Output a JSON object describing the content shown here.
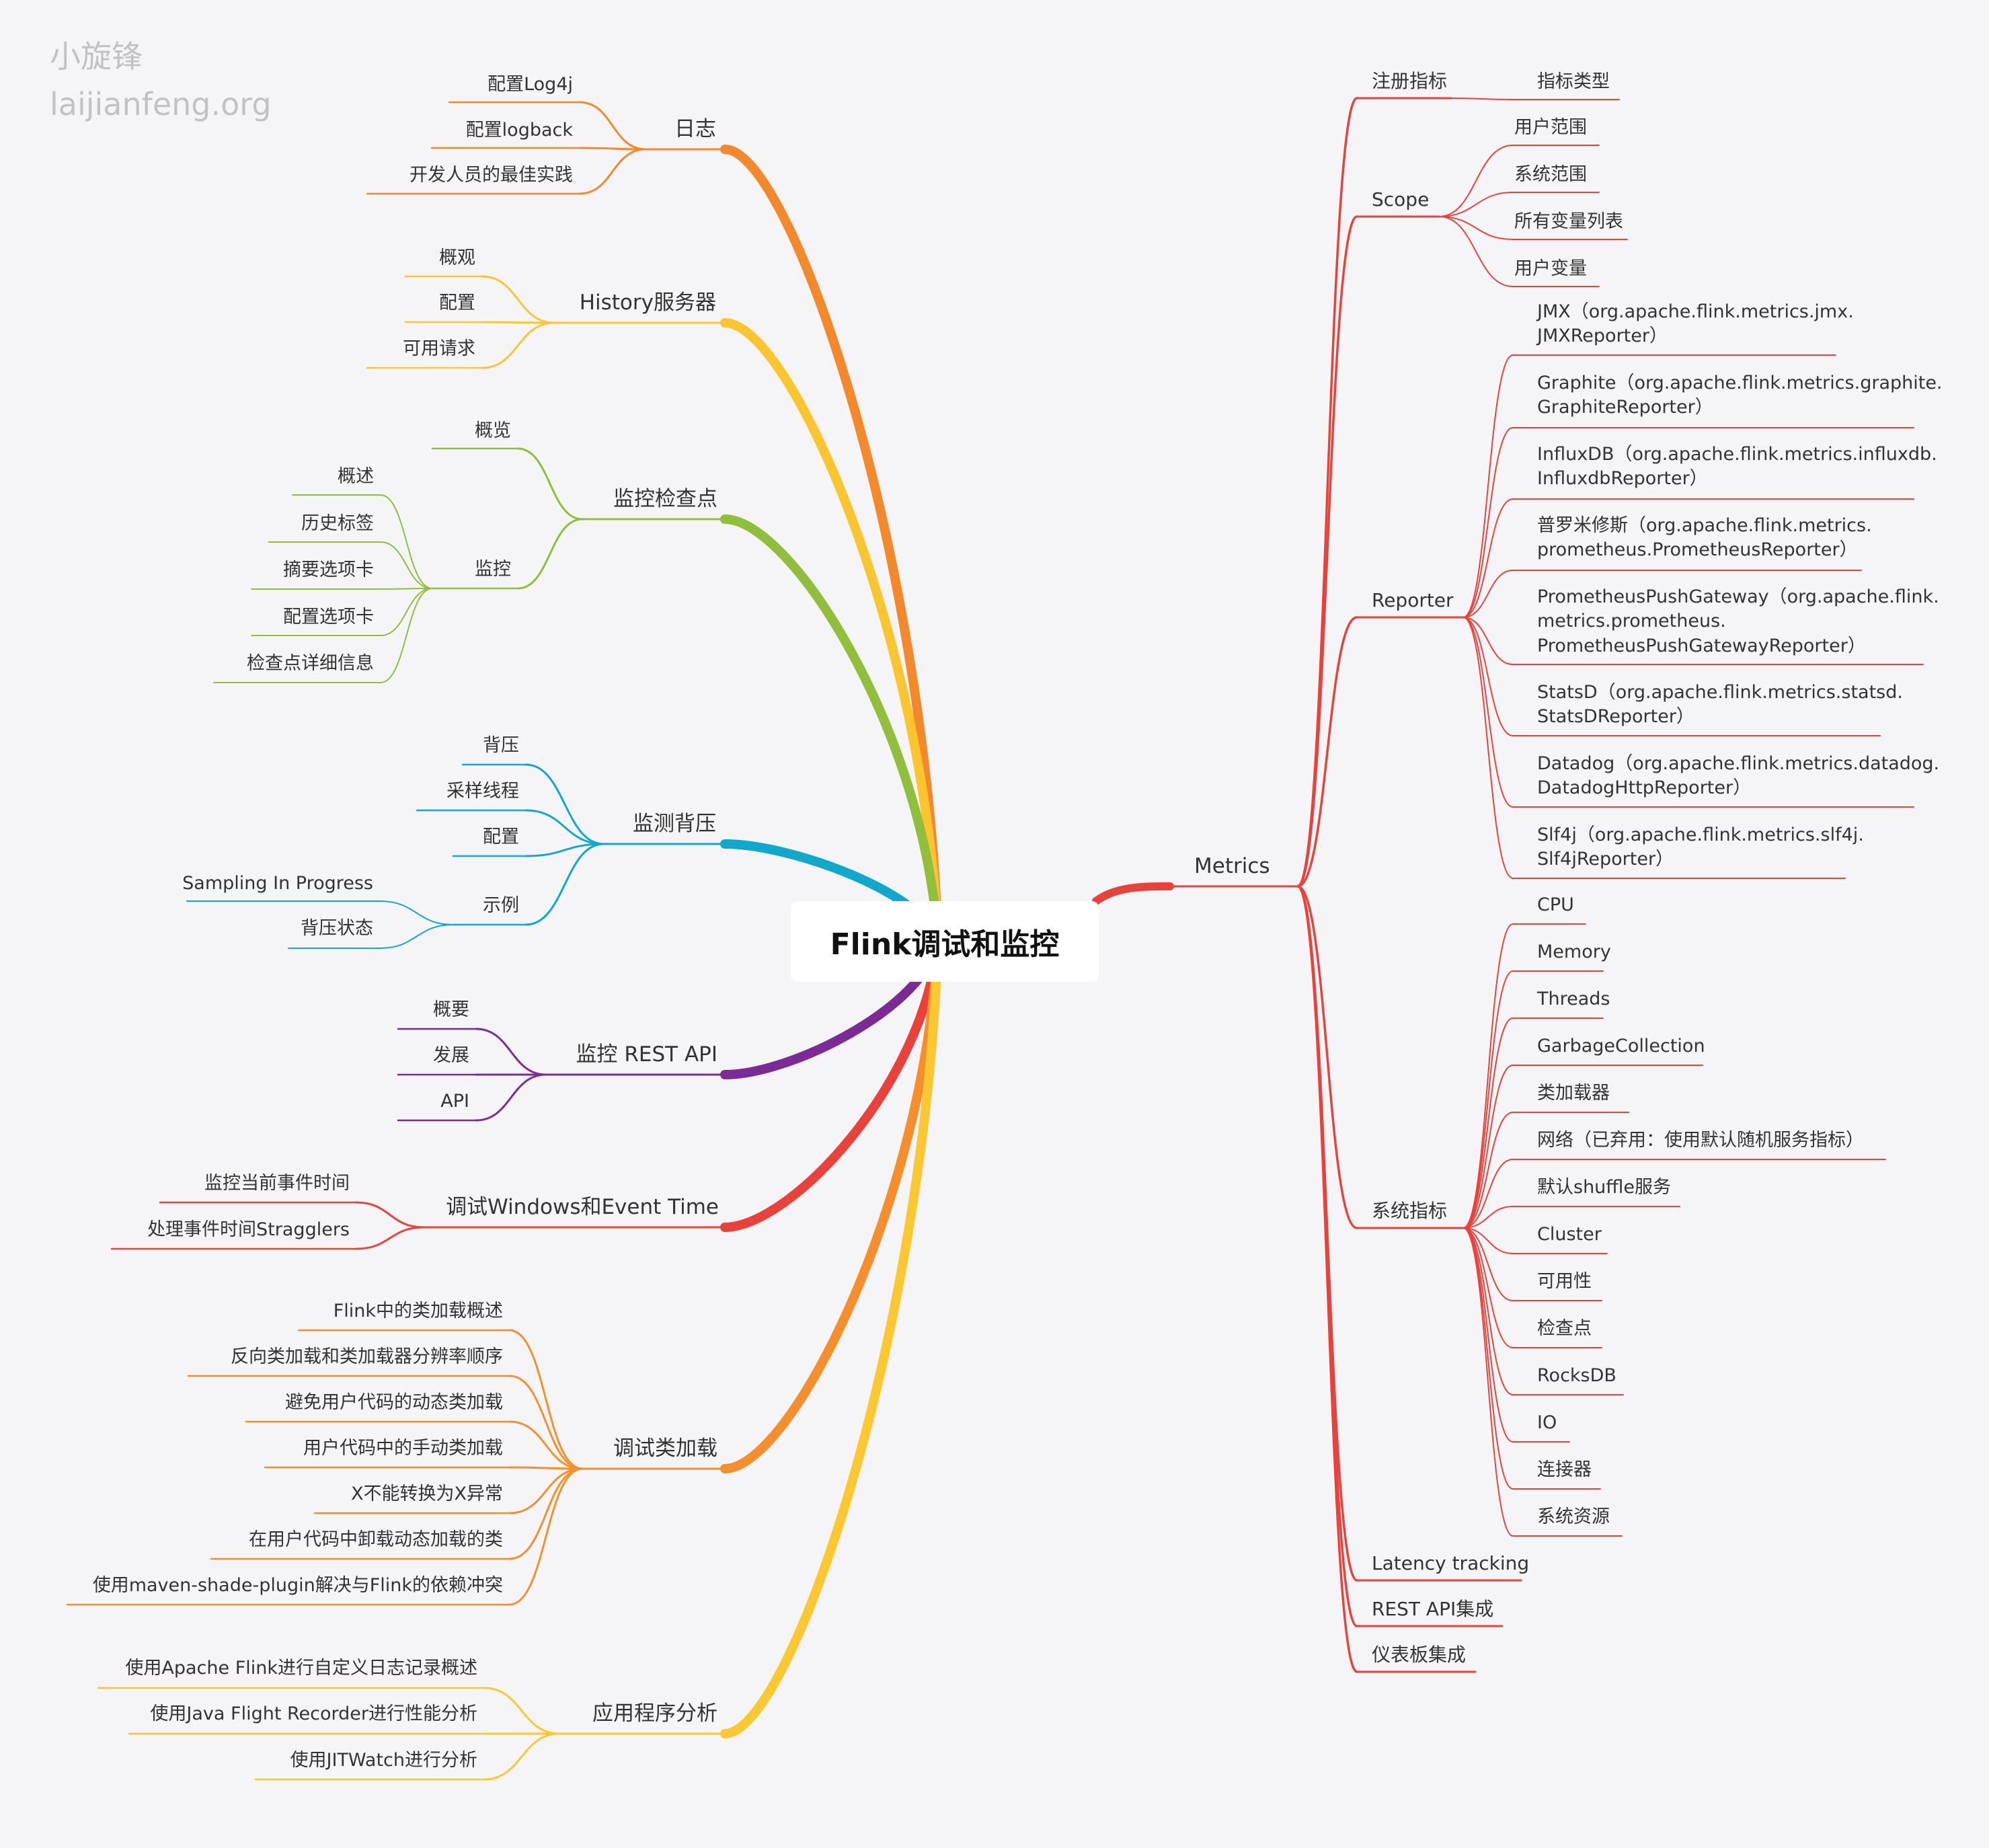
{
  "watermark": {
    "line1": "小旋锋",
    "line2": "laijianfeng.org"
  },
  "root": {
    "label": "Flink调试和监控"
  },
  "colors": {
    "orange": "#f3892b",
    "yellow": "#fbc530",
    "green": "#8fbf3b",
    "cyan": "#11a8cd",
    "purple": "#7c2a96",
    "red": "#e8423b",
    "orange2": "#f58f2c",
    "yellow2": "#fcc832",
    "metrics": "#e8423b"
  },
  "left_branches": [
    {
      "label": "日志",
      "color": "orange",
      "children": [
        {
          "label": "配置Log4j"
        },
        {
          "label": "配置logback"
        },
        {
          "label": "开发人员的最佳实践"
        }
      ]
    },
    {
      "label": "History服务器",
      "color": "yellow",
      "children": [
        {
          "label": "概观"
        },
        {
          "label": "配置"
        },
        {
          "label": "可用请求"
        }
      ]
    },
    {
      "label": "监控检查点",
      "color": "green",
      "children": [
        {
          "label": "概览"
        },
        {
          "label": "监控",
          "children": [
            {
              "label": "概述"
            },
            {
              "label": "历史标签"
            },
            {
              "label": "摘要选项卡"
            },
            {
              "label": "配置选项卡"
            },
            {
              "label": "检查点详细信息"
            }
          ]
        }
      ]
    },
    {
      "label": "监测背压",
      "color": "cyan",
      "children": [
        {
          "label": "背压"
        },
        {
          "label": "采样线程"
        },
        {
          "label": "配置"
        },
        {
          "label": "示例",
          "children": [
            {
              "label": "Sampling In Progress"
            },
            {
              "label": "背压状态"
            }
          ]
        }
      ]
    },
    {
      "label": "监控 REST API",
      "color": "purple",
      "children": [
        {
          "label": "概要"
        },
        {
          "label": "发展"
        },
        {
          "label": "API"
        }
      ]
    },
    {
      "label": "调试Windows和Event Time",
      "color": "red",
      "children": [
        {
          "label": "监控当前事件时间"
        },
        {
          "label": "处理事件时间Stragglers"
        }
      ]
    },
    {
      "label": "调试类加载",
      "color": "orange2",
      "children": [
        {
          "label": "Flink中的类加载概述"
        },
        {
          "label": "反向类加载和类加载器分辨率顺序"
        },
        {
          "label": "避免用户代码的动态类加载"
        },
        {
          "label": "用户代码中的手动类加载"
        },
        {
          "label": "X不能转换为X异常"
        },
        {
          "label": "在用户代码中卸载动态加载的类"
        },
        {
          "label": "使用maven-shade-plugin解决与Flink的依赖冲突"
        }
      ]
    },
    {
      "label": "应用程序分析",
      "color": "yellow2",
      "children": [
        {
          "label": "使用Apache Flink进行自定义日志记录概述"
        },
        {
          "label": "使用Java Flight Recorder进行性能分析"
        },
        {
          "label": "使用JITWatch进行分析"
        }
      ]
    }
  ],
  "right_branch": {
    "label": "Metrics",
    "color": "metrics",
    "children": [
      {
        "label": "注册指标",
        "children": [
          {
            "label": "指标类型"
          }
        ]
      },
      {
        "label": "Scope",
        "children": [
          {
            "label": "用户范围"
          },
          {
            "label": "系统范围"
          },
          {
            "label": "所有变量列表"
          },
          {
            "label": "用户变量"
          }
        ]
      },
      {
        "label": "Reporter",
        "children": [
          {
            "label": "JMX（org.apache.flink.metrics.jmx.\nJMXReporter）"
          },
          {
            "label": "Graphite（org.apache.flink.metrics.graphite.\nGraphiteReporter）"
          },
          {
            "label": "InfluxDB（org.apache.flink.metrics.influxdb.\nInfluxdbReporter）"
          },
          {
            "label": "普罗米修斯（org.apache.flink.metrics.\nprometheus.PrometheusReporter）"
          },
          {
            "label": "PrometheusPushGateway（org.apache.flink.\nmetrics.prometheus.\nPrometheusPushGatewayReporter）"
          },
          {
            "label": "StatsD（org.apache.flink.metrics.statsd.\nStatsDReporter）"
          },
          {
            "label": "Datadog（org.apache.flink.metrics.datadog.\nDatadogHttpReporter）"
          },
          {
            "label": "Slf4j（org.apache.flink.metrics.slf4j.\nSlf4jReporter）"
          }
        ]
      },
      {
        "label": "系统指标",
        "children": [
          {
            "label": "CPU"
          },
          {
            "label": "Memory"
          },
          {
            "label": "Threads"
          },
          {
            "label": "GarbageCollection"
          },
          {
            "label": "类加载器"
          },
          {
            "label": "网络（已弃用：使用默认随机服务指标）"
          },
          {
            "label": "默认shuffle服务"
          },
          {
            "label": "Cluster"
          },
          {
            "label": "可用性"
          },
          {
            "label": "检查点"
          },
          {
            "label": "RocksDB"
          },
          {
            "label": "IO"
          },
          {
            "label": "连接器"
          },
          {
            "label": "系统资源"
          }
        ]
      },
      {
        "label": "Latency tracking"
      },
      {
        "label": "REST API集成"
      },
      {
        "label": "仪表板集成"
      }
    ]
  }
}
